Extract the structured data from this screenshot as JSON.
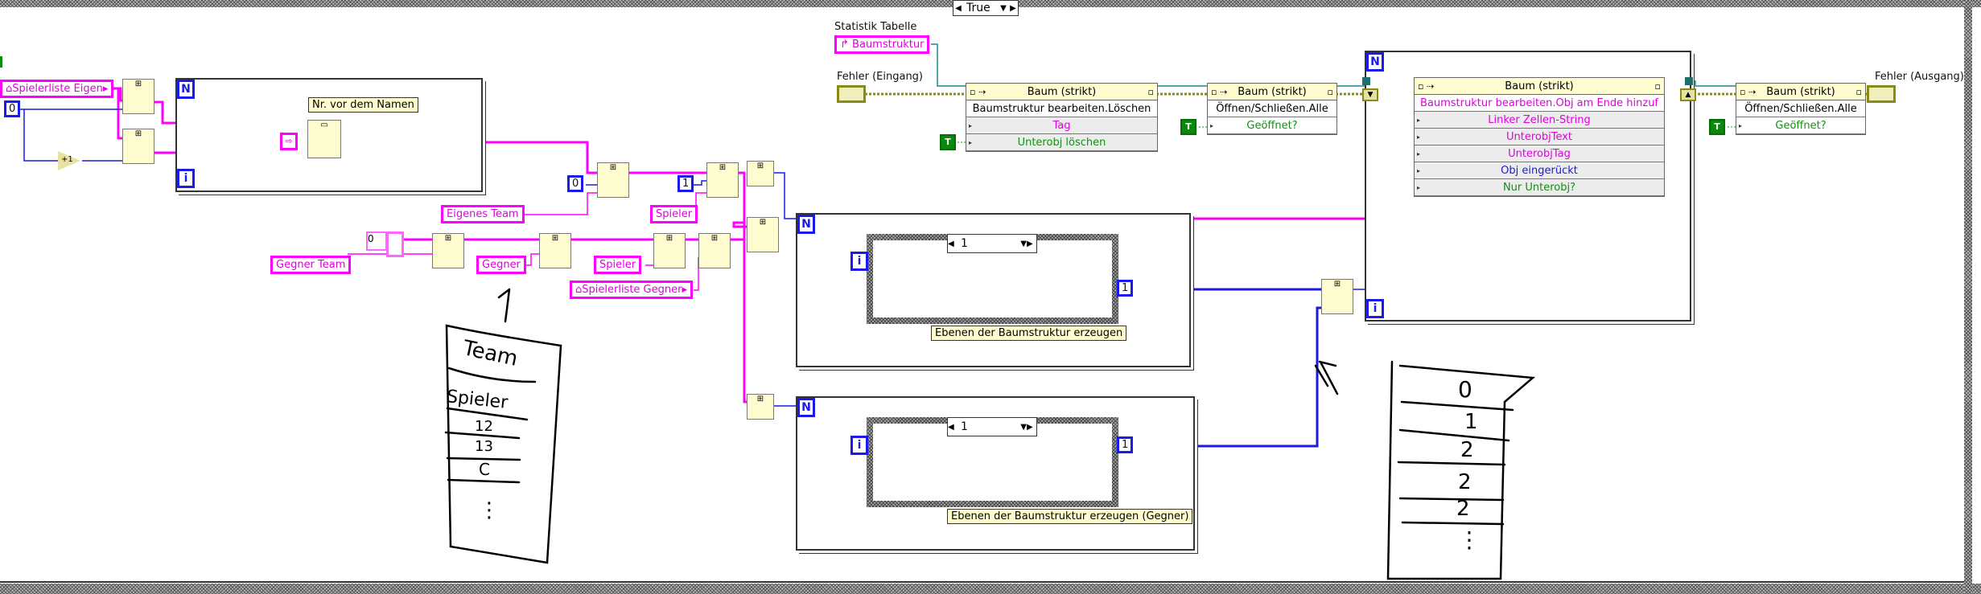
{
  "case_structure": {
    "selector_value": "True"
  },
  "top_controls": {
    "statistik_label": "Statistik Tabelle",
    "baumstruktur_ref": "Baumstruktur",
    "fehler_eingang": "Fehler (Eingang)",
    "fehler_ausgang": "Fehler (Ausgang)"
  },
  "nodes": {
    "baum1": {
      "class": "Baum (strikt)",
      "method": "Baumstruktur bearbeiten.Löschen",
      "params": [
        "Tag",
        "Unterobj löschen"
      ],
      "const": "T"
    },
    "baum2": {
      "class": "Baum (strikt)",
      "method": "Öffnen/Schließen.Alle",
      "params": [
        "Geöffnet?"
      ],
      "const": "T"
    },
    "baum3": {
      "class": "Baum (strikt)",
      "method": "Baumstruktur bearbeiten.Obj am Ende hinzuf",
      "params": [
        "Linker Zellen-String",
        "UnterobjText",
        "UnterobjTag",
        "Obj eingerückt",
        "Nur Unterobj?"
      ]
    },
    "baum4": {
      "class": "Baum (strikt)",
      "method": "Öffnen/Schließen.Alle",
      "params": [
        "Geöffnet?"
      ],
      "const": "T"
    }
  },
  "left_section": {
    "spielerliste_eigen": "Spielerliste Eigen",
    "const_zero": "0",
    "increment": "+1",
    "subvi_label": "Nr. vor dem Namen"
  },
  "middle_section": {
    "const_zero": "0",
    "const_one": "1",
    "eigenes_team": "Eigenes Team",
    "spieler_1": "Spieler",
    "spieler_2": "Spieler",
    "gegner_team": "Gegner Team",
    "gegner": "Gegner",
    "spielerliste_gegner": "Spielerliste Gegner",
    "numeric_const": "0"
  },
  "loops": {
    "n_label": "N",
    "i_label": "i",
    "loop_a": {
      "case_value": "1",
      "const": "1",
      "label": "Ebenen der Baumstruktur erzeugen"
    },
    "loop_b": {
      "case_value": "1",
      "const": "1",
      "label": "Ebenen der Baumstruktur erzeugen (Gegner)"
    }
  },
  "sketches": {
    "left_list": [
      "Team",
      "Spieler",
      "12",
      "13",
      "C",
      "⋮"
    ],
    "right_list": [
      "0",
      "1",
      "2",
      "2",
      "2",
      "⋮"
    ]
  }
}
